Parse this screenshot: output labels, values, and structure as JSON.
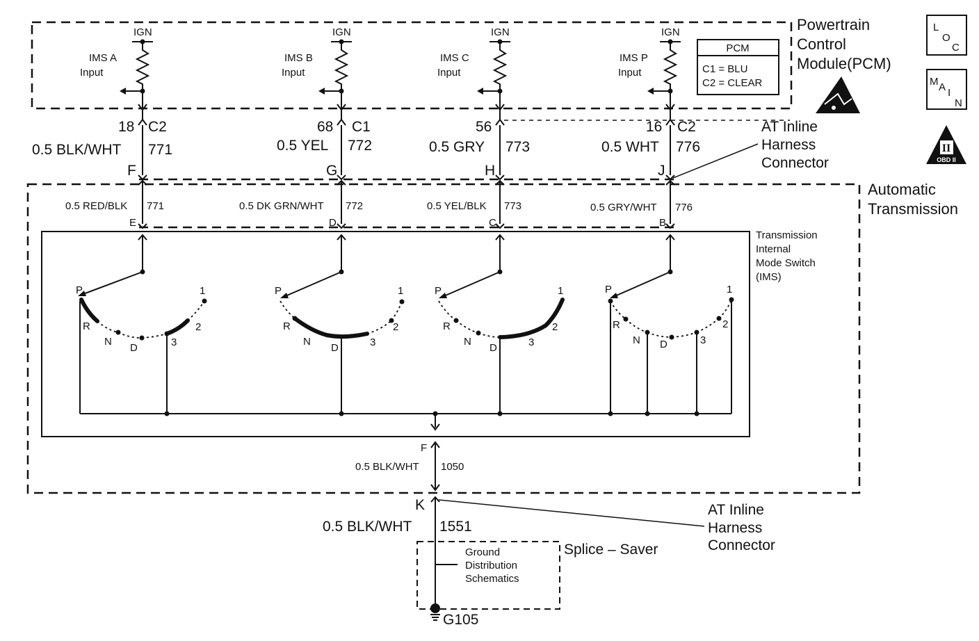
{
  "pcm": {
    "title_lines": [
      "Powertrain",
      "Control",
      "Module(PCM)"
    ],
    "legend_title": "PCM",
    "legend_lines": [
      "C1 = BLU",
      "C2 = CLEAR"
    ],
    "ign": "IGN"
  },
  "icons": {
    "loc": [
      "L",
      "O",
      "C"
    ],
    "main": [
      "M",
      "A",
      "I",
      "N"
    ],
    "obd_roman": "II",
    "obd_label": "OBD II"
  },
  "circuits": [
    {
      "input": [
        "IMS A",
        "Input"
      ],
      "pin": "18",
      "conn": "C2",
      "upper_wire": "0.5 BLK/WHT",
      "circuit": "771",
      "inline_pin": "F",
      "lower_wire": "0.5 RED/BLK",
      "lower_circuit": "771",
      "ims_pin": "E",
      "positions": [
        "P",
        "R",
        "N",
        "D",
        "3",
        "2",
        "1"
      ]
    },
    {
      "input": [
        "IMS B",
        "Input"
      ],
      "pin": "68",
      "conn": "C1",
      "upper_wire": "0.5 YEL",
      "circuit": "772",
      "inline_pin": "G",
      "lower_wire": "0.5 DK GRN/WHT",
      "lower_circuit": "772",
      "ims_pin": "D",
      "positions": [
        "P",
        "R",
        "N",
        "D",
        "3",
        "2",
        "1"
      ]
    },
    {
      "input": [
        "IMS C",
        "Input"
      ],
      "pin": "56",
      "conn": "",
      "upper_wire": "0.5 GRY",
      "circuit": "773",
      "inline_pin": "H",
      "lower_wire": "0.5 YEL/BLK",
      "lower_circuit": "773",
      "ims_pin": "C",
      "positions": [
        "P",
        "R",
        "N",
        "D",
        "3",
        "2",
        "1"
      ]
    },
    {
      "input": [
        "IMS P",
        "Input"
      ],
      "pin": "16",
      "conn": "C2",
      "upper_wire": "0.5 WHT",
      "circuit": "776",
      "inline_pin": "J",
      "lower_wire": "0.5 GRY/WHT",
      "lower_circuit": "776",
      "ims_pin": "B",
      "positions": [
        "P",
        "R",
        "N",
        "D",
        "3",
        "2",
        "1"
      ]
    }
  ],
  "connector_label_top": [
    "AT Inline",
    "Harness",
    "Connector"
  ],
  "automatic_transmission": [
    "Automatic",
    "Transmission"
  ],
  "ims_label": [
    "Transmission",
    "Internal",
    "Mode Switch",
    "(IMS)"
  ],
  "ground": {
    "ims_pin": "F",
    "ims_wire": "0.5 BLK/WHT",
    "ims_circuit": "1050",
    "inline_pin": "K",
    "inline_wire": "0.5 BLK/WHT",
    "inline_circuit": "1551",
    "connector_label": [
      "AT Inline",
      "Harness",
      "Connector"
    ],
    "splice_label": "Splice – Saver",
    "splice_box": [
      "Ground",
      "Distribution",
      "Schematics"
    ],
    "ground_id": "G105"
  }
}
